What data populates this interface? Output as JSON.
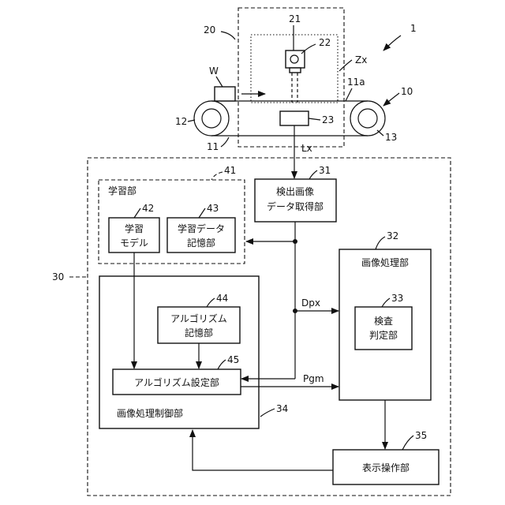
{
  "figure_number": "1",
  "conveyor": {
    "ref": "10",
    "belt_ref": "11",
    "belt_surface_ref": "11a",
    "left_roller_ref": "12",
    "right_roller_ref": "13",
    "workpiece_label": "W",
    "sensor_ref": "23",
    "line_label": "Lx"
  },
  "camera_unit": {
    "ref": "20",
    "camera_ref": "21",
    "lens_ref": "22",
    "field_label": "Zx"
  },
  "controller": {
    "ref": "30"
  },
  "learning": {
    "ref": "41",
    "title": "学習部",
    "model": {
      "ref": "42",
      "line1": "学習",
      "line2": "モデル"
    },
    "data_store": {
      "ref": "43",
      "line1": "学習データ",
      "line2": "記憶部"
    }
  },
  "acquisition": {
    "ref": "31",
    "line1": "検出画像",
    "line2": "データ取得部"
  },
  "processing": {
    "ref": "32",
    "title": "画像処理部",
    "judge": {
      "ref": "33",
      "line1": "検査",
      "line2": "判定部"
    }
  },
  "proc_control": {
    "ref": "34",
    "title": "画像処理制御部",
    "algo_store": {
      "ref": "44",
      "line1": "アルゴリズム",
      "line2": "記憶部"
    },
    "algo_setting": {
      "ref": "45",
      "label": "アルゴリズム設定部"
    }
  },
  "display": {
    "ref": "35",
    "label": "表示操作部"
  },
  "signals": {
    "image_data": "Dpx",
    "program": "Pgm"
  }
}
